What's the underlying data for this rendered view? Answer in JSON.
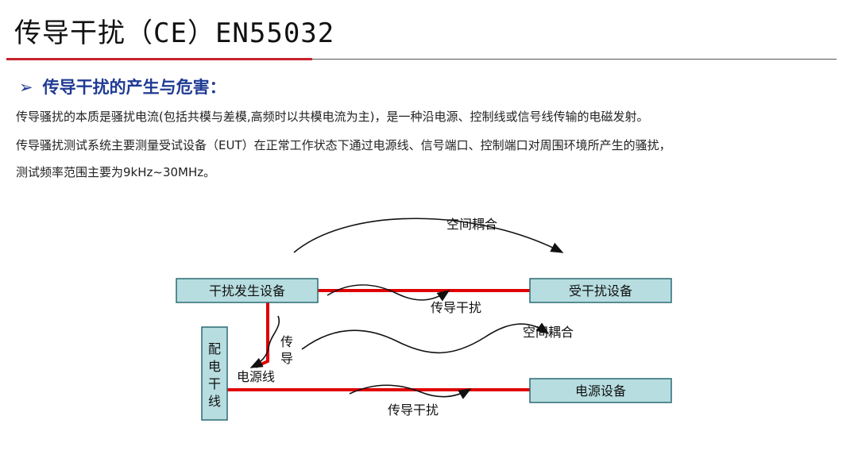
{
  "header": {
    "title": "传导干扰（CE）EN55032"
  },
  "section": {
    "arrow": "➢",
    "title": "传导干扰的产生与危害："
  },
  "paragraphs": [
    "传导骚扰的本质是骚扰电流(包括共模与差模,高频时以共模电流为主)，是一种沿电源、控制线或信号线传输的电磁发射。",
    "传导骚扰测试系统主要测量受试设备（EUT）在正常工作状态下通过电源线、信号端口、控制端口对周围环境所产生的骚扰，",
    "测试频率范围主要为9kHz~30MHz。"
  ],
  "diagram": {
    "boxes": {
      "source": "干扰发生设备",
      "victim": "受干扰设备",
      "power_device": "电源设备",
      "distribution": [
        "配",
        "电",
        "干",
        "线"
      ]
    },
    "labels": {
      "space_coupling_top": "空间耦合",
      "space_coupling_mid": "空间耦合",
      "conducted_top": "传导干扰",
      "conducted_bottom": "传导干扰",
      "conduct_vertical": [
        "传",
        "导"
      ],
      "power_line": "电源线"
    },
    "colors": {
      "line": "#e00000",
      "box_fill": "#b7dde0",
      "box_stroke": "#2c6b74",
      "title_blue": "#1f3a93",
      "rule_red": "#c8232c"
    }
  }
}
